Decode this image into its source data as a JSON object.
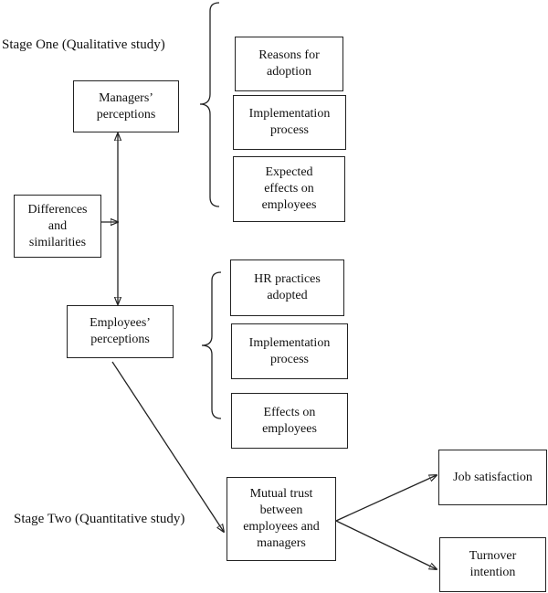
{
  "stages": {
    "one": "Stage One (Qualitative study)",
    "two": "Stage Two (Quantitative study)"
  },
  "boxes": {
    "managers_perceptions": "Managers’\nperceptions",
    "differences_similarities": "Differences\nand\nsimilarities",
    "employees_perceptions": "Employees’\nperceptions",
    "reasons_for_adoption": "Reasons for\nadoption",
    "implementation_process_managers": "Implementation\nprocess",
    "expected_effects": "Expected\neffects on\nemployees",
    "hr_practices_adopted": "HR practices\nadopted",
    "implementation_process_employees": "Implementation\nprocess",
    "effects_on_employees": "Effects on\nemployees",
    "mutual_trust": "Mutual trust\nbetween\nemployees and\nmanagers",
    "job_satisfaction": "Job satisfaction",
    "turnover_intention": "Turnover\nintention"
  }
}
